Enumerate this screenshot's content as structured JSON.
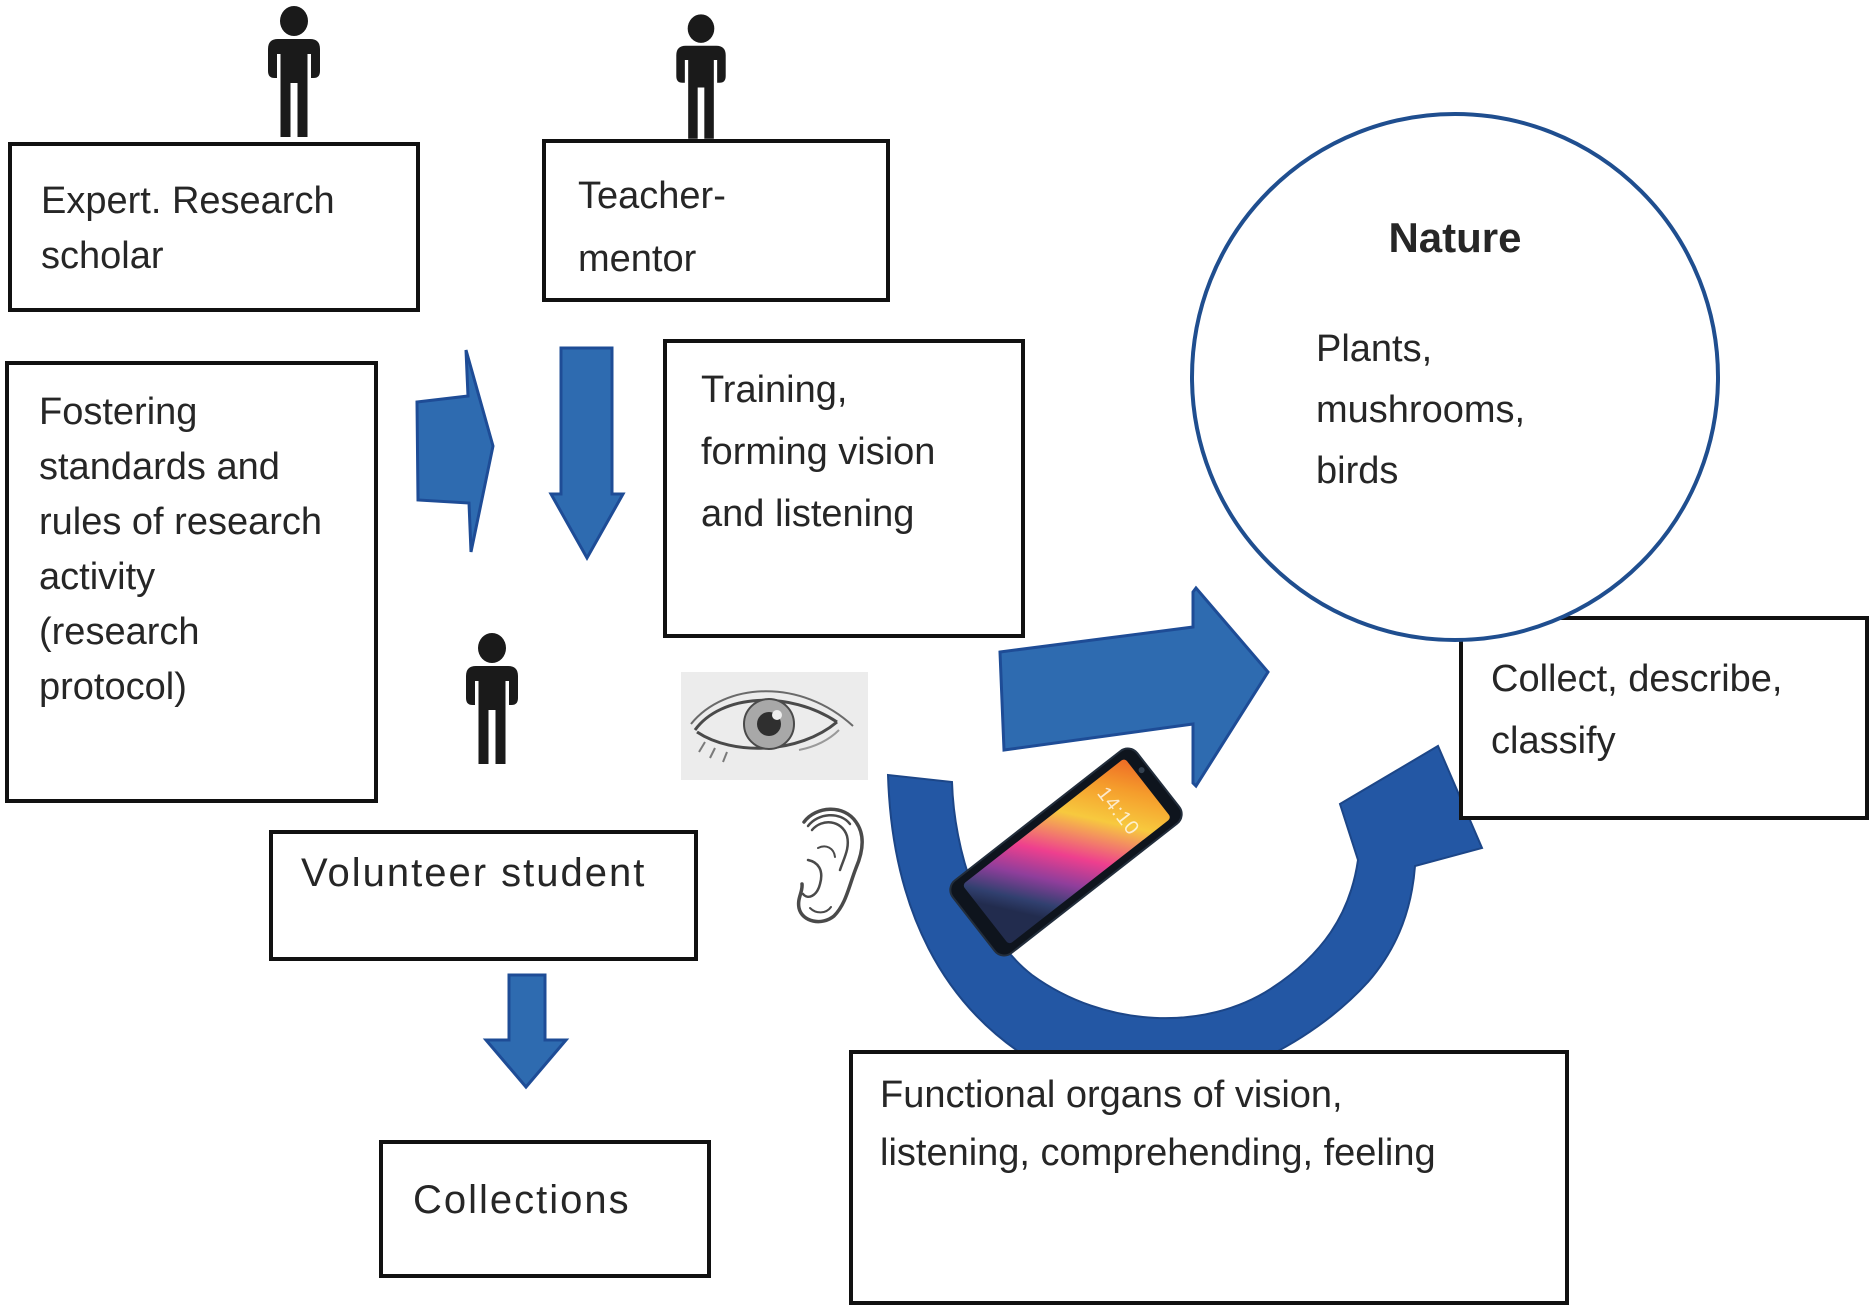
{
  "diagram": {
    "background": "#ffffff",
    "colors": {
      "box_border": "#111111",
      "text": "#262626",
      "arrow_fill": "#2e6bb0",
      "arrow_stroke": "#1e4c96",
      "curved_arrow_fill": "#2357a4",
      "circle_border": "#1f4e8f",
      "person_icon": "#1a1a1a"
    },
    "boxes": {
      "expert": "Expert. Research\nscholar",
      "teacher": "Teacher-\nmentor",
      "fostering": "Fostering\nstandards and\nrules of research\nactivity\n(research\nprotocol)",
      "training": "Training,\nforming vision\nand listening",
      "volunteer": "Volunteer student",
      "collections": "Collections",
      "collect": "Collect, describe,\nclassify",
      "functional": "Functional organs of vision,\nlistening, comprehending, feeling"
    },
    "circle": {
      "title": "Nature",
      "body": "Plants,\nmushrooms,\nbirds"
    },
    "phone": {
      "time": "14:10"
    },
    "icons": {
      "person1": "person-icon",
      "person2": "person-icon",
      "person3": "person-icon",
      "eye": "eye-image",
      "ear": "ear-image",
      "phone": "smartphone-image"
    }
  }
}
